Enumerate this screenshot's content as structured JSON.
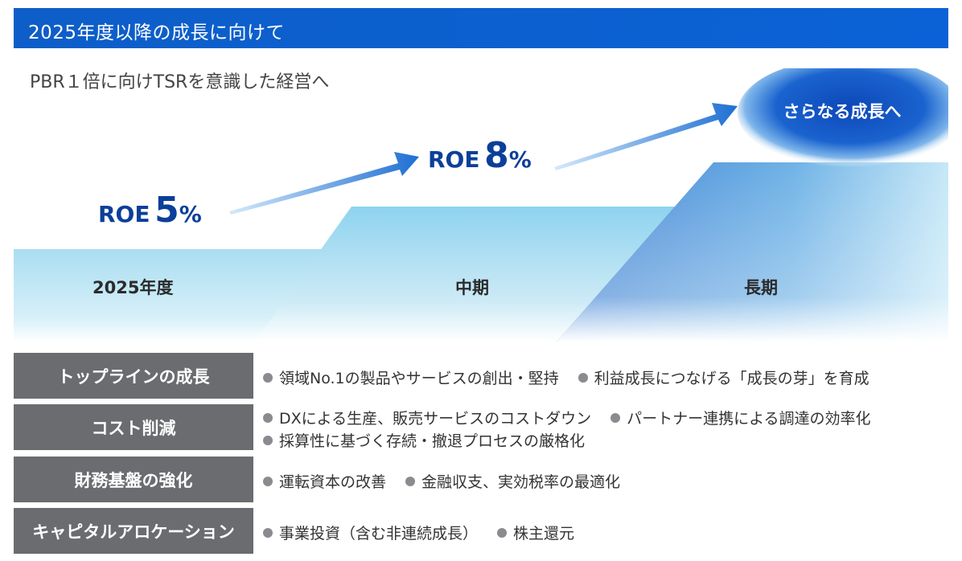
{
  "title": "2025年度以降の成長に向けて",
  "subtitle": "PBR１倍に向けTSRを意識した経営へ",
  "stages": [
    {
      "label": "2025年度",
      "roe_prefix": "ROE",
      "roe_value": "5",
      "roe_unit": "%"
    },
    {
      "label": "中期",
      "roe_prefix": "ROE",
      "roe_value": "8",
      "roe_unit": "%"
    },
    {
      "label": "長期",
      "goal": "さらなる成長へ"
    }
  ],
  "initiatives": [
    {
      "label": "トップラインの成長",
      "lines": [
        [
          "領域No.1の製品やサービスの創出・堅持",
          "利益成長につなげる「成長の芽」を育成"
        ]
      ]
    },
    {
      "label": "コスト削減",
      "lines": [
        [
          "DXによる生産、販売サービスのコストダウン",
          "パートナー連携による調達の効率化"
        ],
        [
          "採算性に基づく存続・撤退プロセスの厳格化"
        ]
      ]
    },
    {
      "label": "財務基盤の強化",
      "lines": [
        [
          "運転資本の改善",
          "金融収支、実効税率の最適化"
        ]
      ]
    },
    {
      "label": "キャピタルアロケーション",
      "lines": [
        [
          "事業投資（含む非連続成長）",
          "株主還元"
        ]
      ]
    }
  ],
  "colors": {
    "title_bar": "#0b5fcf",
    "roe_text": "#0c3f9a",
    "label_bg": "#6b6c70",
    "bullet": "#8a8b8e"
  }
}
